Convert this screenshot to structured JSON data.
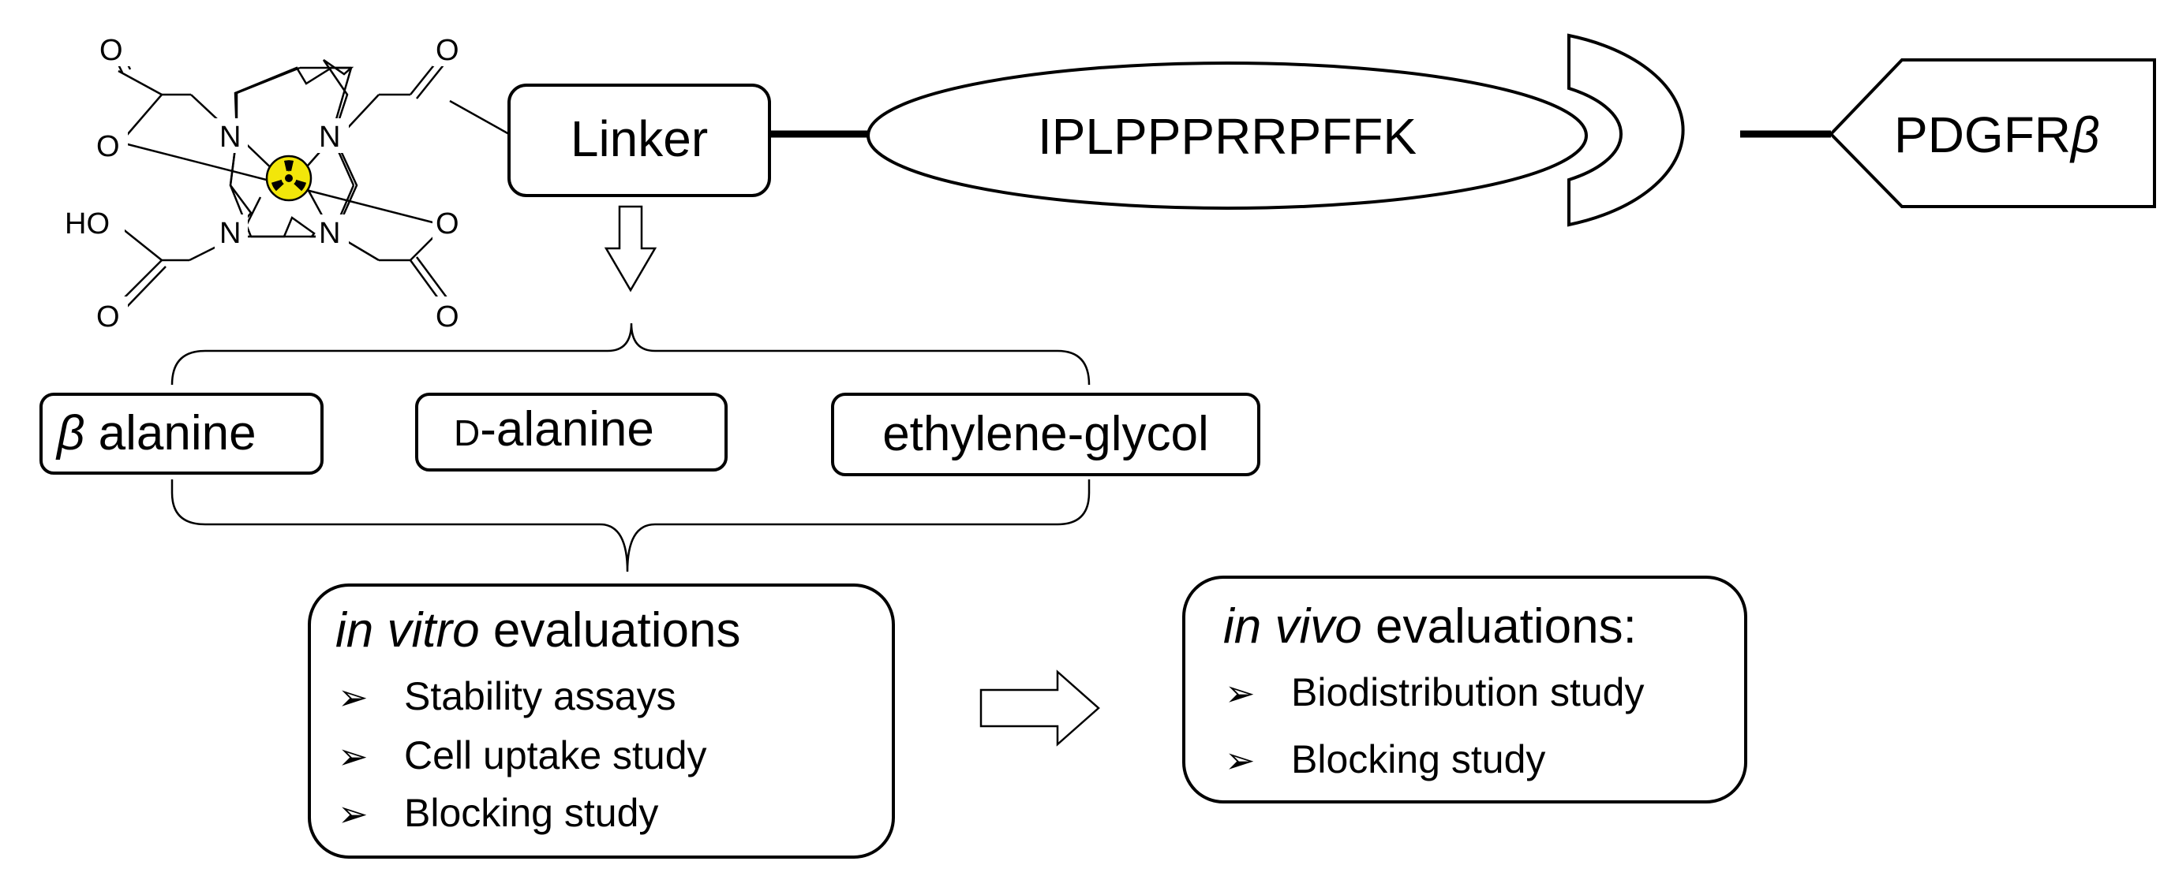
{
  "molecule": {
    "atoms": {
      "o_top_left": "O",
      "o_top_right": "O",
      "o_left_ring": "O",
      "o_right_ring": "O",
      "ho_left": "HO",
      "o_bottom_left": "O",
      "o_bottom_right": "O",
      "n_top_left": "N",
      "n_top_right": "N",
      "n_bottom_left": "N",
      "n_bottom_right": "N"
    },
    "center_icon": "radiation-trefoil-icon",
    "center_color": "#f2e60a"
  },
  "linker": {
    "label": "Linker"
  },
  "peptide": {
    "label": "IPLPPPRRPFFK"
  },
  "receptor": {
    "label": "PDGFR",
    "symbol": "β"
  },
  "linker_options": {
    "beta_alanine": {
      "symbol": "β",
      "label": " alanine"
    },
    "d_alanine": {
      "prefix": "D",
      "label": "-alanine"
    },
    "ethylene_glycol": {
      "label": "ethylene-glycol"
    }
  },
  "in_vitro": {
    "title_italic": "in vitro",
    "title_rest": " evaluations",
    "bullet_glyph": "➢",
    "items": [
      "Stability assays",
      "Cell uptake study",
      "Blocking study"
    ]
  },
  "in_vivo": {
    "title_italic": "in vivo",
    "title_rest": " evaluations:",
    "bullet_glyph": "➢",
    "items": [
      "Biodistribution study",
      "Blocking study"
    ]
  },
  "colors": {
    "line": "#000000",
    "background": "#ffffff",
    "radiation": "#f2e60a"
  }
}
